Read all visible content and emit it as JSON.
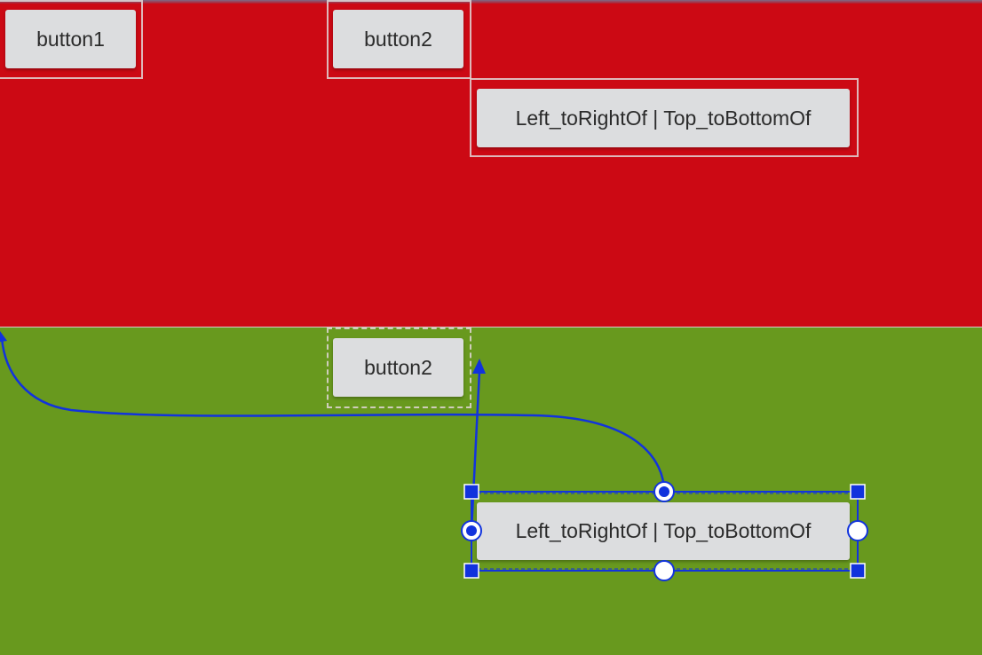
{
  "layout_editor": {
    "top_panel": {
      "background_color": "#cc0914",
      "buttons": {
        "button1_label": "button1",
        "button2_label": "button2",
        "constraint_button_label": "Left_toRightOf | Top_toBottomOf"
      }
    },
    "bottom_panel": {
      "background_color": "#68991e",
      "buttons": {
        "button2_label": "button2",
        "selected_button_label": "Left_toRightOf | Top_toBottomOf"
      }
    },
    "selection": {
      "selection_color": "#1133dd",
      "resize_handle_icon": "square-handle-icon",
      "anchor_icon": "circle-anchor-icon"
    }
  }
}
